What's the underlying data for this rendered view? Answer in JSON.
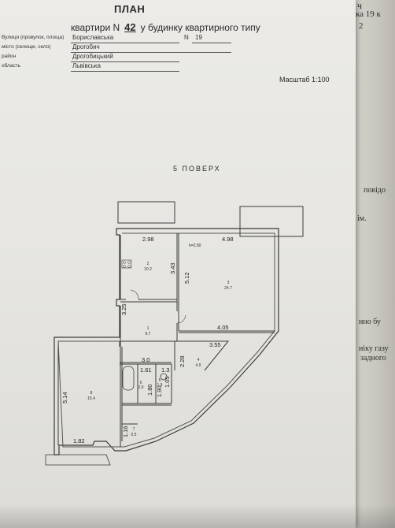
{
  "header": {
    "title": "ПЛАН",
    "apartment_prefix": "квартири N",
    "apartment_number": "42",
    "apartment_suffix": "у будинку квартирного типу"
  },
  "address": {
    "street_label": "Вулиця (провулок, площа)",
    "street_value": "Бориславська",
    "house_label": "N",
    "house_value": "19",
    "city_label": "місто (селище, село)",
    "city_value": "Дрогобич",
    "district_label": "район",
    "district_value": "Дрогобицький",
    "region_label": "область",
    "region_value": "Львівська"
  },
  "scale": "Масштаб 1:100",
  "floor": "5 ПОВЕРХ",
  "dimensions": {
    "d298": "2.98",
    "d498": "4.98",
    "d343": "3.43",
    "d512": "5.12",
    "d325": "3.25",
    "d405": "4.05",
    "d355": "3.55",
    "d30": "3.0",
    "d228": "2.28",
    "d161": "1.61",
    "d13": "1.3",
    "d180": "1.80",
    "d190": "1.90",
    "d105": "1.05",
    "d514": "5.14",
    "d116": "1.16",
    "d182": "1.82",
    "h250": "h=2.50"
  },
  "rooms": [
    {
      "number": "2",
      "area": "10.2"
    },
    {
      "number": "3",
      "area": "24.7"
    },
    {
      "number": "1",
      "area": "9.7"
    },
    {
      "number": "4",
      "area": "4.9"
    },
    {
      "number": "6",
      "area": "2.9"
    },
    {
      "number": "5",
      "area": "1.9"
    },
    {
      "number": "8",
      "area": "15.4"
    },
    {
      "number": "7",
      "area": "0.5"
    }
  ],
  "adjacent_page": {
    "line1": "ч",
    "line2": "ка 19 к",
    "line3": "2",
    "line4": "повідо",
    "line5": "ім.",
    "line6": "нно бу",
    "line7": "ніку газу",
    "line8": "задного"
  }
}
